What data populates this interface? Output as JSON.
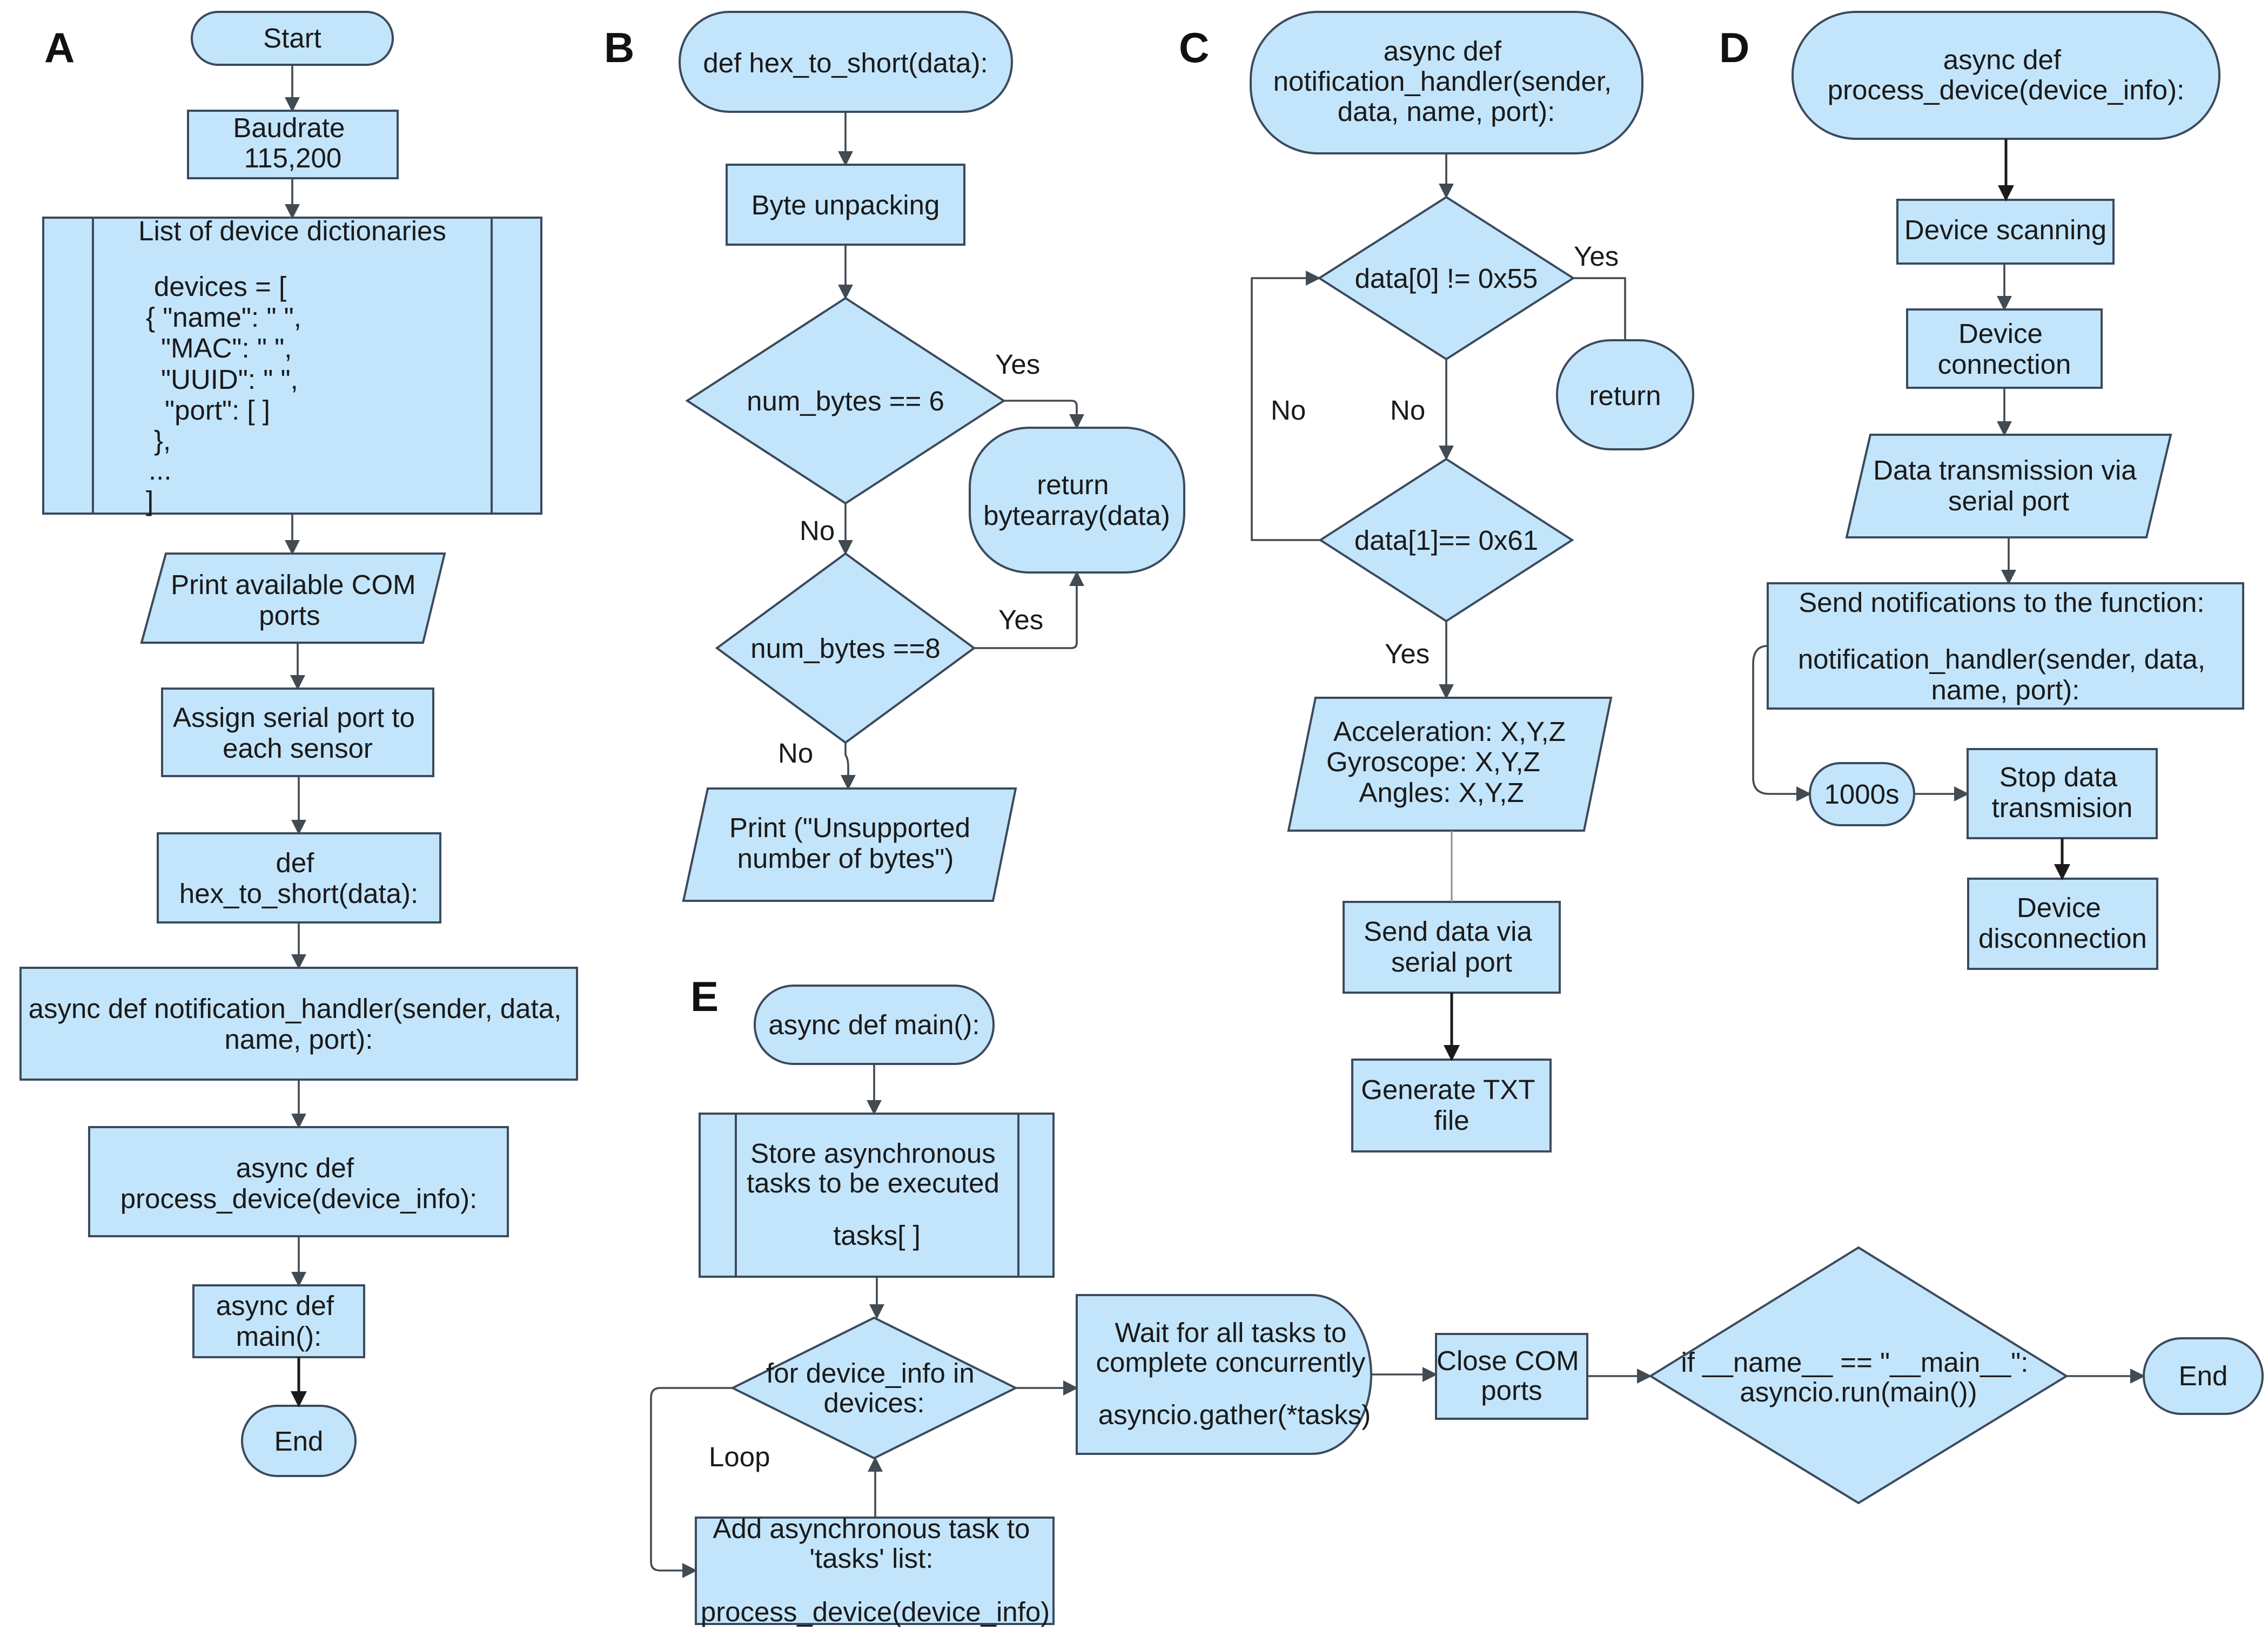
{
  "panels": {
    "A": {
      "label": "A",
      "start": "Start",
      "baudrate": [
        "Baudrate",
        "115,200"
      ],
      "device_list": [
        "List of device dictionaries",
        "",
        "devices = [",
        "{ \"name\": \" \",",
        "\"MAC\": \" \",",
        "\"UUID\": \" \",",
        "\"port\": [ ]",
        "},",
        "...",
        "]"
      ],
      "print_ports": [
        "Print available COM",
        "ports"
      ],
      "assign_port": [
        "Assign serial port to",
        "each sensor"
      ],
      "hex_to_short": [
        "def",
        "hex_to_short(data):"
      ],
      "notification_handler": [
        "async def notification_handler(sender, data,",
        "name, port):"
      ],
      "process_device": [
        "async def",
        "process_device(device_info):"
      ],
      "main": [
        "async def",
        "main():"
      ],
      "end": "End"
    },
    "B": {
      "label": "B",
      "start": "def hex_to_short(data):",
      "unpack": "Byte unpacking",
      "cond6": "num_bytes == 6",
      "cond8": "num_bytes ==8",
      "return_box": [
        "return",
        "bytearray(data)"
      ],
      "print_unsupported": [
        "Print (\"Unsupported",
        "number of bytes\")"
      ],
      "yes1": "Yes",
      "yes2": "Yes",
      "no1": "No",
      "no2": "No"
    },
    "C": {
      "label": "C",
      "start": [
        "async def",
        "notification_handler(sender,",
        "data, name, port):"
      ],
      "cond1": "data[0] != 0x55",
      "cond2": "data[1]== 0x61",
      "return": "return",
      "yes1": "Yes",
      "yes2": "Yes",
      "no_loop": "No",
      "no_down": "No",
      "output": [
        "Acceleration: X,Y,Z",
        "Gyroscope: X,Y,Z",
        "Angles: X,Y,Z"
      ],
      "send": [
        "Send data via",
        "serial port"
      ],
      "generate": [
        "Generate TXT",
        "file"
      ]
    },
    "D": {
      "label": "D",
      "start": [
        "async def",
        "process_device(device_info):"
      ],
      "scan": "Device scanning",
      "connect": [
        "Device",
        "connection"
      ],
      "transmit": [
        "Data transmission via",
        "serial port"
      ],
      "notify": [
        "Send notifications to the function:",
        "",
        "notification_handler(sender, data,",
        "name, port):"
      ],
      "delay": "1000s",
      "stop": [
        "Stop data",
        "transmision"
      ],
      "disconnect": [
        "Device",
        "disconnection"
      ]
    },
    "E": {
      "label": "E",
      "start": "async def main():",
      "store": [
        "Store asynchronous",
        "tasks to be executed",
        "",
        "tasks[ ]"
      ],
      "loop_cond": [
        "for device_info in",
        "devices:"
      ],
      "loop_label": "Loop",
      "add_task": [
        "Add asynchronous task to",
        "'tasks' list:",
        "",
        "process_device(device_info)"
      ],
      "wait": [
        "Wait for all tasks to",
        "complete concurrently",
        "",
        "asyncio.gather(*tasks)"
      ],
      "close": [
        "Close COM",
        "ports"
      ],
      "if_main": [
        "if __name__ == \"__main__\":",
        "asyncio.run(main())"
      ],
      "end": "End"
    }
  }
}
